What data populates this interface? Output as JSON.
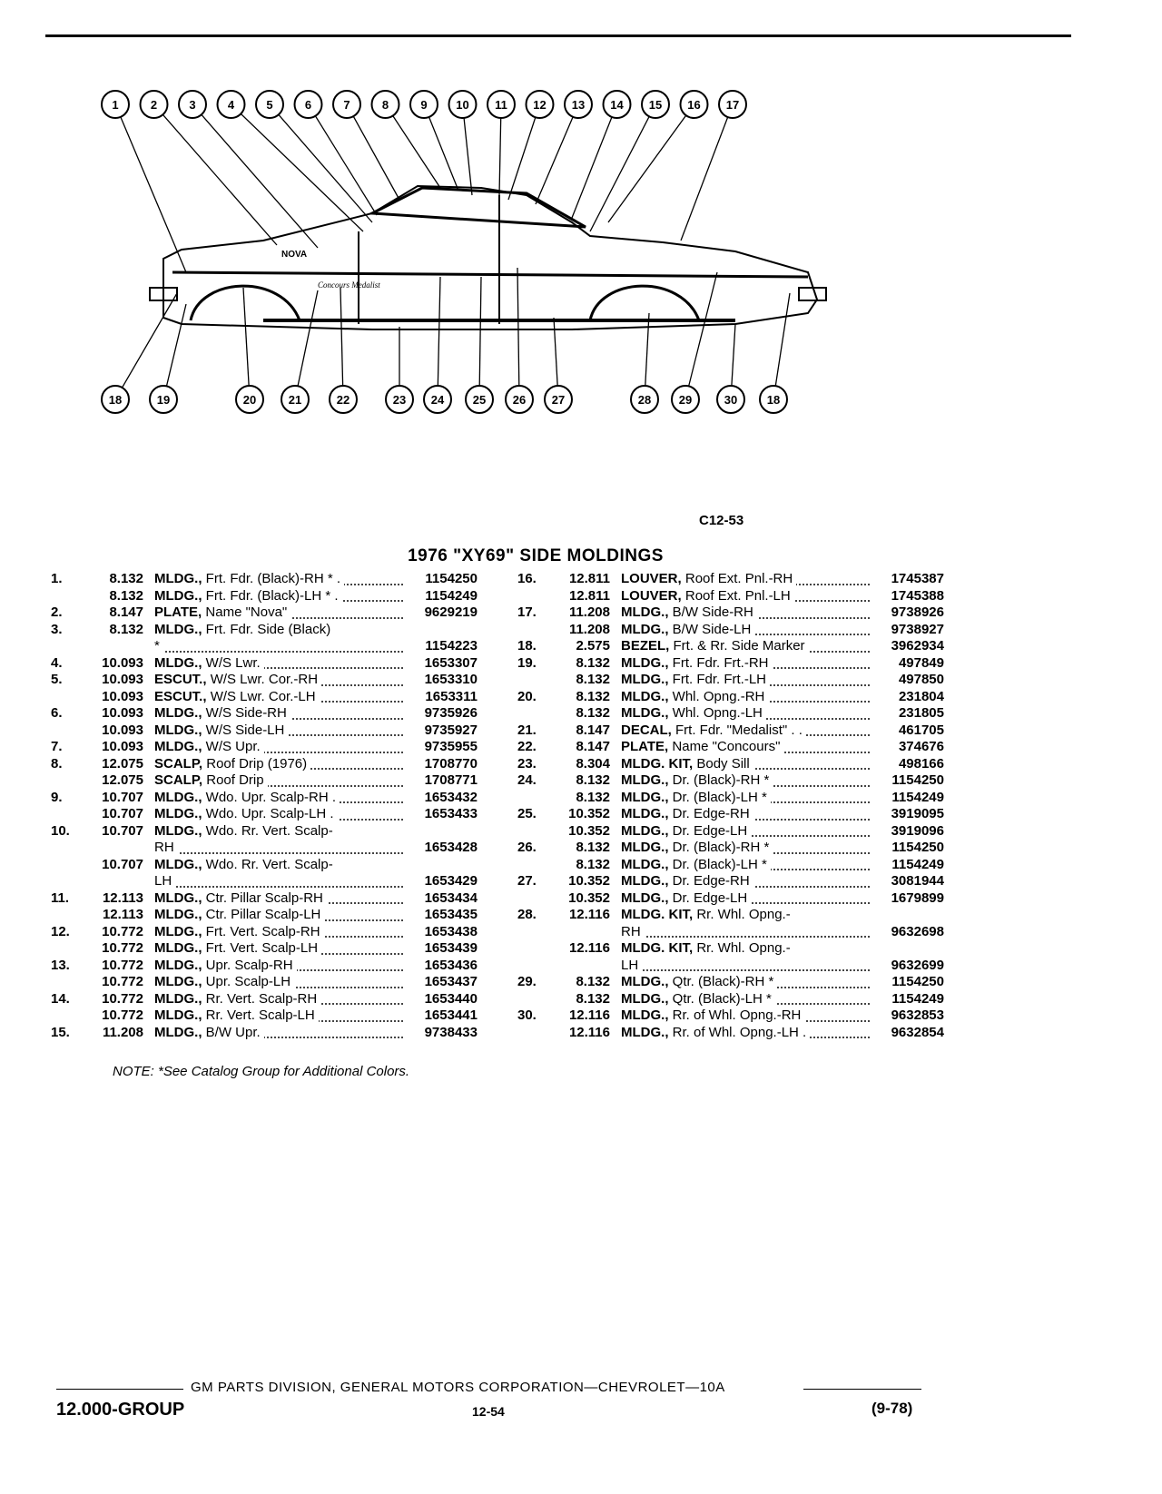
{
  "figure": {
    "code": "C12-53",
    "car_label": "NOVA",
    "badge_label": "Concours Medalist"
  },
  "callouts_top": [
    "1",
    "2",
    "3",
    "4",
    "5",
    "6",
    "7",
    "8",
    "9",
    "10",
    "11",
    "12",
    "13",
    "14",
    "15",
    "16",
    "17"
  ],
  "callouts_bottom": [
    "18",
    "19",
    "20",
    "21",
    "22",
    "23",
    "24",
    "25",
    "26",
    "27",
    "28",
    "29",
    "30",
    "18"
  ],
  "title": "1976 \"XY69\" SIDE MOLDINGS",
  "left_rows": [
    {
      "no": "1.",
      "grp": "8.132",
      "name": "MLDG.,",
      "text": "Frt. Fdr. (Black)-RH * .",
      "pn": "1154250"
    },
    {
      "no": "",
      "grp": "8.132",
      "name": "MLDG.,",
      "text": "Frt. Fdr. (Black)-LH * .",
      "pn": "1154249"
    },
    {
      "no": "2.",
      "grp": "8.147",
      "name": "PLATE,",
      "text": "Name \"Nova\"",
      "pn": "9629219"
    },
    {
      "no": "3.",
      "grp": "8.132",
      "name": "MLDG.,",
      "text": "Frt. Fdr. Side (Black)",
      "pn": ""
    },
    {
      "no": "",
      "grp": "",
      "name": "",
      "text": "*",
      "pn": "1154223"
    },
    {
      "no": "4.",
      "grp": "10.093",
      "name": "MLDG.,",
      "text": "W/S Lwr.",
      "pn": "1653307"
    },
    {
      "no": "5.",
      "grp": "10.093",
      "name": "ESCUT.,",
      "text": "W/S Lwr. Cor.-RH",
      "pn": "1653310"
    },
    {
      "no": "",
      "grp": "10.093",
      "name": "ESCUT.,",
      "text": "W/S Lwr. Cor.-LH",
      "pn": "1653311"
    },
    {
      "no": "6.",
      "grp": "10.093",
      "name": "MLDG.,",
      "text": "W/S Side-RH",
      "pn": "9735926"
    },
    {
      "no": "",
      "grp": "10.093",
      "name": "MLDG.,",
      "text": "W/S Side-LH",
      "pn": "9735927"
    },
    {
      "no": "7.",
      "grp": "10.093",
      "name": "MLDG.,",
      "text": "W/S Upr.",
      "pn": "9735955"
    },
    {
      "no": "8.",
      "grp": "12.075",
      "name": "SCALP,",
      "text": "Roof Drip (1976)",
      "pn": "1708770"
    },
    {
      "no": "",
      "grp": "12.075",
      "name": "SCALP,",
      "text": "Roof Drip",
      "pn": "1708771"
    },
    {
      "no": "9.",
      "grp": "10.707",
      "name": "MLDG.,",
      "text": "Wdo. Upr. Scalp-RH .",
      "pn": "1653432"
    },
    {
      "no": "",
      "grp": "10.707",
      "name": "MLDG.,",
      "text": "Wdo. Upr. Scalp-LH .",
      "pn": "1653433"
    },
    {
      "no": "10.",
      "grp": "10.707",
      "name": "MLDG.,",
      "text": "Wdo. Rr. Vert. Scalp-",
      "pn": ""
    },
    {
      "no": "",
      "grp": "",
      "name": "",
      "text": "RH",
      "pn": "1653428"
    },
    {
      "no": "",
      "grp": "10.707",
      "name": "MLDG.,",
      "text": "Wdo. Rr. Vert. Scalp-",
      "pn": ""
    },
    {
      "no": "",
      "grp": "",
      "name": "",
      "text": "LH",
      "pn": "1653429"
    },
    {
      "no": "11.",
      "grp": "12.113",
      "name": "MLDG.,",
      "text": "Ctr. Pillar Scalp-RH",
      "pn": "1653434"
    },
    {
      "no": "",
      "grp": "12.113",
      "name": "MLDG.,",
      "text": "Ctr. Pillar Scalp-LH",
      "pn": "1653435"
    },
    {
      "no": "12.",
      "grp": "10.772",
      "name": "MLDG.,",
      "text": "Frt. Vert. Scalp-RH",
      "pn": "1653438"
    },
    {
      "no": "",
      "grp": "10.772",
      "name": "MLDG.,",
      "text": "Frt. Vert. Scalp-LH",
      "pn": "1653439"
    },
    {
      "no": "13.",
      "grp": "10.772",
      "name": "MLDG.,",
      "text": "Upr. Scalp-RH",
      "pn": "1653436"
    },
    {
      "no": "",
      "grp": "10.772",
      "name": "MLDG.,",
      "text": "Upr. Scalp-LH",
      "pn": "1653437"
    },
    {
      "no": "14.",
      "grp": "10.772",
      "name": "MLDG.,",
      "text": "Rr. Vert. Scalp-RH",
      "pn": "1653440"
    },
    {
      "no": "",
      "grp": "10.772",
      "name": "MLDG.,",
      "text": "Rr. Vert. Scalp-LH",
      "pn": "1653441"
    },
    {
      "no": "15.",
      "grp": "11.208",
      "name": "MLDG.,",
      "text": "B/W Upr.",
      "pn": "9738433"
    }
  ],
  "right_rows": [
    {
      "no": "16.",
      "grp": "12.811",
      "name": "LOUVER,",
      "text": "Roof Ext. Pnl.-RH",
      "pn": "1745387"
    },
    {
      "no": "",
      "grp": "12.811",
      "name": "LOUVER,",
      "text": "Roof Ext. Pnl.-LH",
      "pn": "1745388"
    },
    {
      "no": "17.",
      "grp": "11.208",
      "name": "MLDG.,",
      "text": "B/W Side-RH",
      "pn": "9738926"
    },
    {
      "no": "",
      "grp": "11.208",
      "name": "MLDG.,",
      "text": "B/W Side-LH",
      "pn": "9738927"
    },
    {
      "no": "18.",
      "grp": "2.575",
      "name": "BEZEL,",
      "text": "Frt. & Rr. Side Marker",
      "pn": "3962934"
    },
    {
      "no": "19.",
      "grp": "8.132",
      "name": "MLDG.,",
      "text": "Frt. Fdr. Frt.-RH",
      "pn": "497849"
    },
    {
      "no": "",
      "grp": "8.132",
      "name": "MLDG.,",
      "text": "Frt. Fdr. Frt.-LH",
      "pn": "497850"
    },
    {
      "no": "20.",
      "grp": "8.132",
      "name": "MLDG.,",
      "text": "Whl. Opng.-RH",
      "pn": "231804"
    },
    {
      "no": "",
      "grp": "8.132",
      "name": "MLDG.,",
      "text": "Whl. Opng.-LH",
      "pn": "231805"
    },
    {
      "no": "21.",
      "grp": "8.147",
      "name": "DECAL,",
      "text": "Frt. Fdr. \"Medalist\" . .",
      "pn": "461705"
    },
    {
      "no": "22.",
      "grp": "8.147",
      "name": "PLATE,",
      "text": "Name \"Concours\"",
      "pn": "374676"
    },
    {
      "no": "23.",
      "grp": "8.304",
      "name": "MLDG. KIT,",
      "text": "Body Sill",
      "pn": "498166"
    },
    {
      "no": "24.",
      "grp": "8.132",
      "name": "MLDG.,",
      "text": "Dr. (Black)-RH *",
      "pn": "1154250"
    },
    {
      "no": "",
      "grp": "8.132",
      "name": "MLDG.,",
      "text": "Dr. (Black)-LH *",
      "pn": "1154249"
    },
    {
      "no": "25.",
      "grp": "10.352",
      "name": "MLDG.,",
      "text": "Dr. Edge-RH",
      "pn": "3919095"
    },
    {
      "no": "",
      "grp": "10.352",
      "name": "MLDG.,",
      "text": "Dr. Edge-LH",
      "pn": "3919096"
    },
    {
      "no": "26.",
      "grp": "8.132",
      "name": "MLDG.,",
      "text": "Dr. (Black)-RH *",
      "pn": "1154250"
    },
    {
      "no": "",
      "grp": "8.132",
      "name": "MLDG.,",
      "text": "Dr. (Black)-LH *",
      "pn": "1154249"
    },
    {
      "no": "27.",
      "grp": "10.352",
      "name": "MLDG.,",
      "text": "Dr. Edge-RH",
      "pn": "3081944"
    },
    {
      "no": "",
      "grp": "10.352",
      "name": "MLDG.,",
      "text": "Dr. Edge-LH",
      "pn": "1679899"
    },
    {
      "no": "28.",
      "grp": "12.116",
      "name": "MLDG. KIT,",
      "text": "Rr. Whl. Opng.-",
      "pn": ""
    },
    {
      "no": "",
      "grp": "",
      "name": "",
      "text": "RH",
      "pn": "9632698"
    },
    {
      "no": "",
      "grp": "12.116",
      "name": "MLDG. KIT,",
      "text": "Rr. Whl. Opng.-",
      "pn": ""
    },
    {
      "no": "",
      "grp": "",
      "name": "",
      "text": "LH",
      "pn": "9632699"
    },
    {
      "no": "29.",
      "grp": "8.132",
      "name": "MLDG.,",
      "text": "Qtr. (Black)-RH *",
      "pn": "1154250"
    },
    {
      "no": "",
      "grp": "8.132",
      "name": "MLDG.,",
      "text": "Qtr. (Black)-LH *",
      "pn": "1154249"
    },
    {
      "no": "30.",
      "grp": "12.116",
      "name": "MLDG.,",
      "text": "Rr. of Whl. Opng.-RH",
      "pn": "9632853"
    },
    {
      "no": "",
      "grp": "12.116",
      "name": "MLDG.,",
      "text": "Rr. of Whl. Opng.-LH .",
      "pn": "9632854"
    }
  ],
  "note": "NOTE: *See Catalog Group for Additional Colors.",
  "footer": {
    "division": "GM PARTS DIVISION, GENERAL MOTORS CORPORATION—CHEVROLET—10A",
    "group": "12.000-GROUP",
    "page": "12-54",
    "date_code": "(9-78)"
  }
}
